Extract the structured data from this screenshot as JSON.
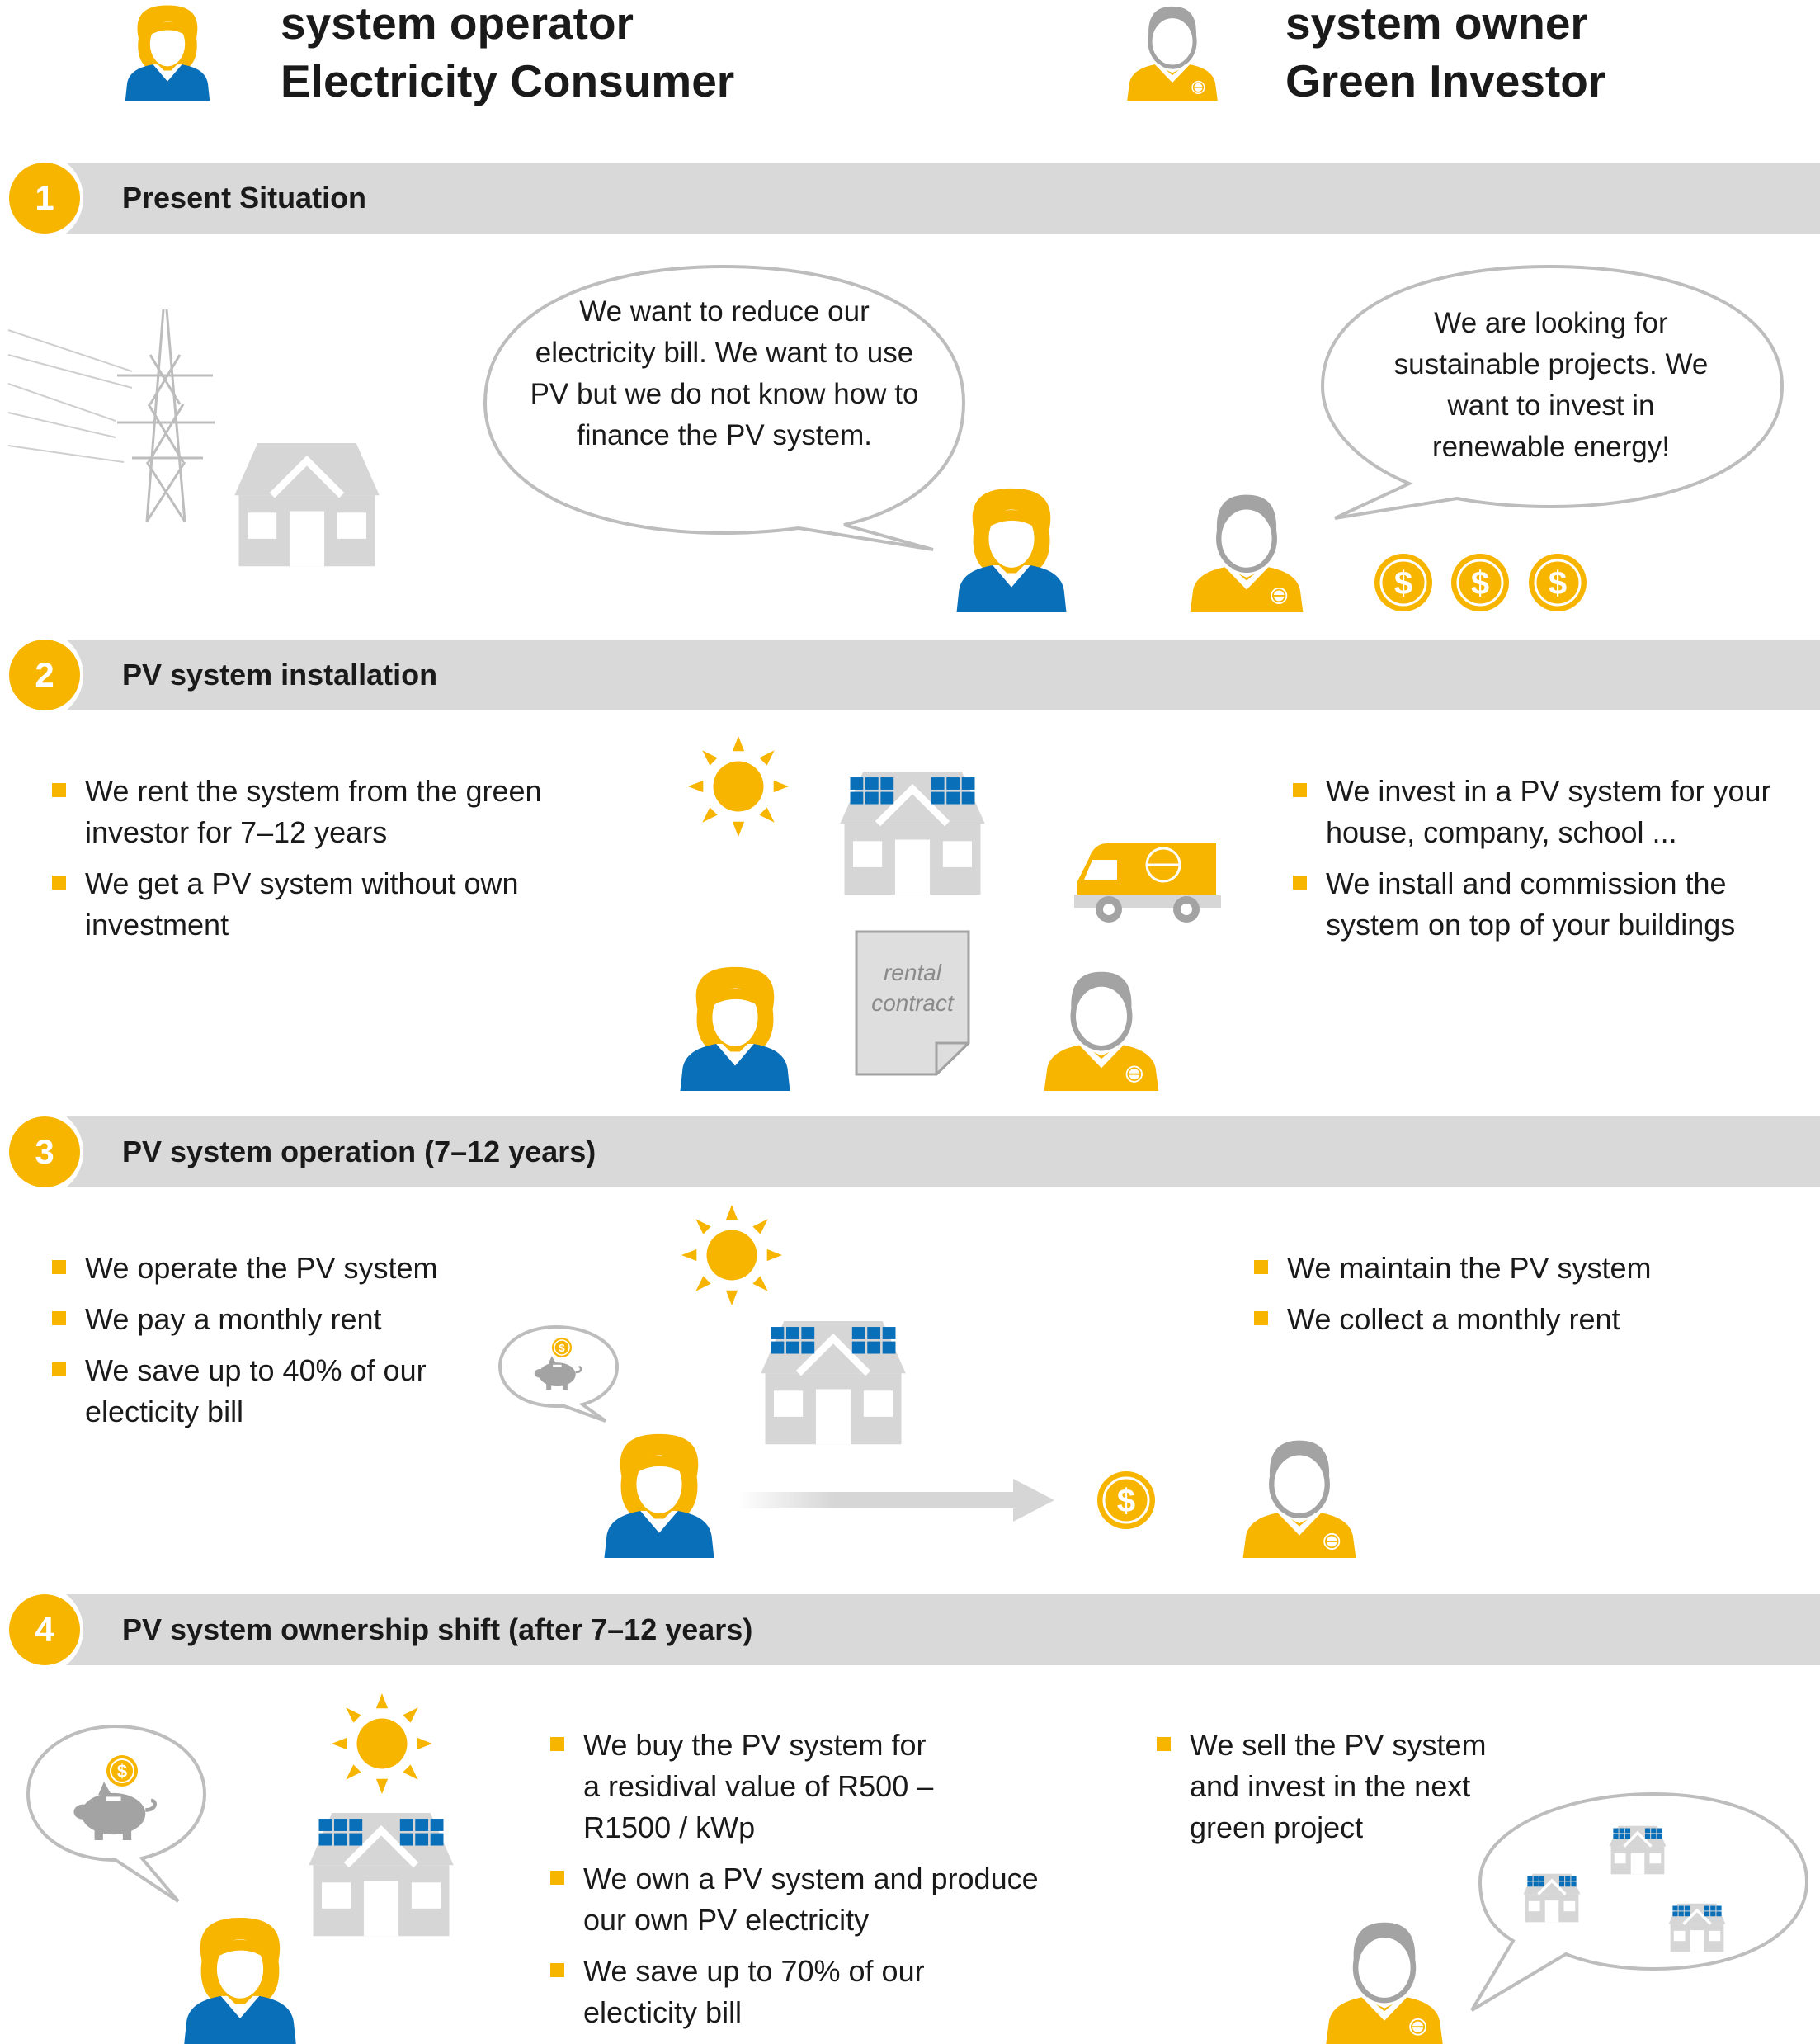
{
  "header": {
    "operator": {
      "role": "system operator",
      "title": "Electricity Consumer"
    },
    "owner": {
      "role": "system owner",
      "title": "Green Investor"
    }
  },
  "colors": {
    "accent": "#f7b500",
    "blue": "#0a6fb9",
    "band": "#d9d9d9",
    "house": "#d6d6d6",
    "outline": "#a3a3a3"
  },
  "steps": [
    {
      "number": "1",
      "title": "Present Situation"
    },
    {
      "number": "2",
      "title": "PV system installation"
    },
    {
      "number": "3",
      "title": "PV system operation (7–12 years)"
    },
    {
      "number": "4",
      "title": "PV system ownership shift (after 7–12 years)"
    }
  ],
  "step1": {
    "consumer_bubble": "We want to reduce our electricity bill. We want to use PV but we do not know how to finance the PV system.",
    "investor_bubble": "We are looking for sustainable projects. We want to invest in renewable energy!",
    "coin_symbol": "$"
  },
  "step2": {
    "left_points": [
      "We rent the system from the green investor for 7–12 years",
      "We get a PV system without own investment"
    ],
    "right_points": [
      "We invest in a PV system for your house, company, school ...",
      "We install and commission the system on top of your buildings"
    ],
    "contract": "rental contract"
  },
  "step3": {
    "left_points": [
      "We operate the PV system",
      "We pay a monthly rent",
      "We save up to 40% of our electicity bill"
    ],
    "right_points": [
      "We maintain the PV system",
      "We collect a monthly rent"
    ],
    "coin_symbol": "$"
  },
  "step4": {
    "middle_points": [
      "We buy the PV system for a residival value of R500 – R1500 / kWp",
      "We own a PV system and produce our own PV electricity",
      "We save up to 70% of our electicity bill"
    ],
    "right_points": [
      "We sell the PV system and invest in the next green project"
    ],
    "coin_symbol": "$"
  }
}
